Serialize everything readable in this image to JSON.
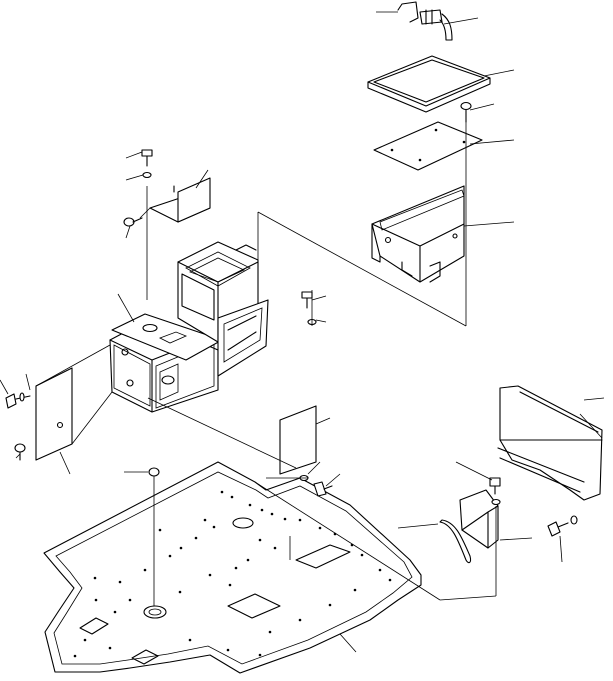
{
  "colors": {
    "ink": "#000000",
    "paper": "#ffffff"
  },
  "callouts": [
    {
      "id": "c1",
      "text": ""
    },
    {
      "id": "c2",
      "text": ""
    },
    {
      "id": "c3",
      "text": ""
    },
    {
      "id": "c4",
      "text": ""
    },
    {
      "id": "c5",
      "text": ""
    },
    {
      "id": "c6",
      "text": ""
    },
    {
      "id": "c7",
      "text": ""
    },
    {
      "id": "c8",
      "text": ""
    },
    {
      "id": "c9",
      "text": ""
    },
    {
      "id": "c10",
      "text": ""
    },
    {
      "id": "c11",
      "text": ""
    },
    {
      "id": "c12",
      "text": ""
    },
    {
      "id": "c13",
      "text": ""
    },
    {
      "id": "c14",
      "text": ""
    },
    {
      "id": "c15",
      "text": ""
    },
    {
      "id": "c16",
      "text": ""
    },
    {
      "id": "c17",
      "text": ""
    },
    {
      "id": "c18",
      "text": ""
    },
    {
      "id": "c19",
      "text": ""
    },
    {
      "id": "c20",
      "text": ""
    },
    {
      "id": "c21",
      "text": ""
    },
    {
      "id": "c22",
      "text": ""
    },
    {
      "id": "c23",
      "text": ""
    },
    {
      "id": "c24",
      "text": ""
    },
    {
      "id": "c25",
      "text": ""
    },
    {
      "id": "c26",
      "text": ""
    }
  ]
}
